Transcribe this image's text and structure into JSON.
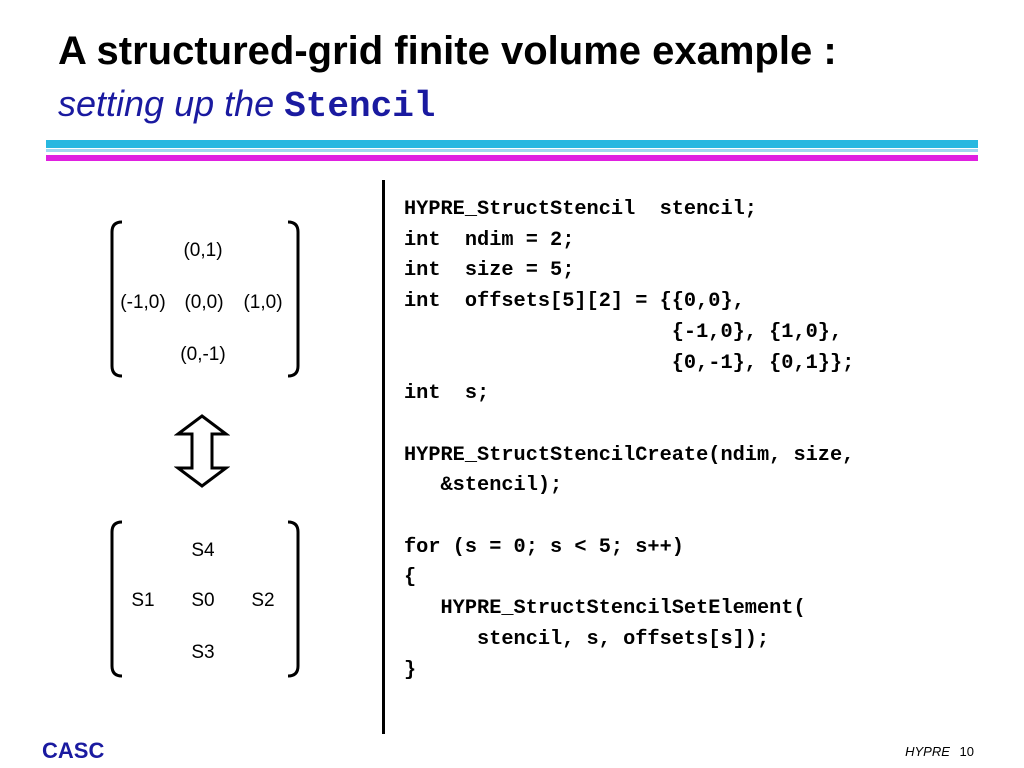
{
  "title": {
    "line1": "A structured-grid finite volume example :",
    "line2_italic": "setting up the",
    "line2_code": "Stencil"
  },
  "colors": {
    "title_blue": "#1a1aa0",
    "bar_cyan": "#28b8e0",
    "bar_light_cyan": "#a0d8f0",
    "bar_magenta": "#e020e0"
  },
  "offsets_matrix": {
    "top": "(0,1)",
    "left": "(-1,0)",
    "center": "(0,0)",
    "right": "(1,0)",
    "bottom": "(0,-1)"
  },
  "arrow_icon": "double-vertical-arrow-icon",
  "stencil_matrix": {
    "top": "S4",
    "left": "S1",
    "center": "S0",
    "right": "S2",
    "bottom": "S3"
  },
  "code": "HYPRE_StructStencil  stencil;\nint  ndim = 2;\nint  size = 5;\nint  offsets[5][2] = {{0,0},\n                      {-1,0}, {1,0},\n                      {0,-1}, {0,1}};\nint  s;\n\nHYPRE_StructStencilCreate(ndim, size,\n   &stencil);\n\nfor (s = 0; s < 5; s++)\n{\n   HYPRE_StructStencilSetElement(\n      stencil, s, offsets[s]);\n}",
  "footer": {
    "org": "CASC",
    "brand": "HYPRE",
    "page": "10"
  }
}
